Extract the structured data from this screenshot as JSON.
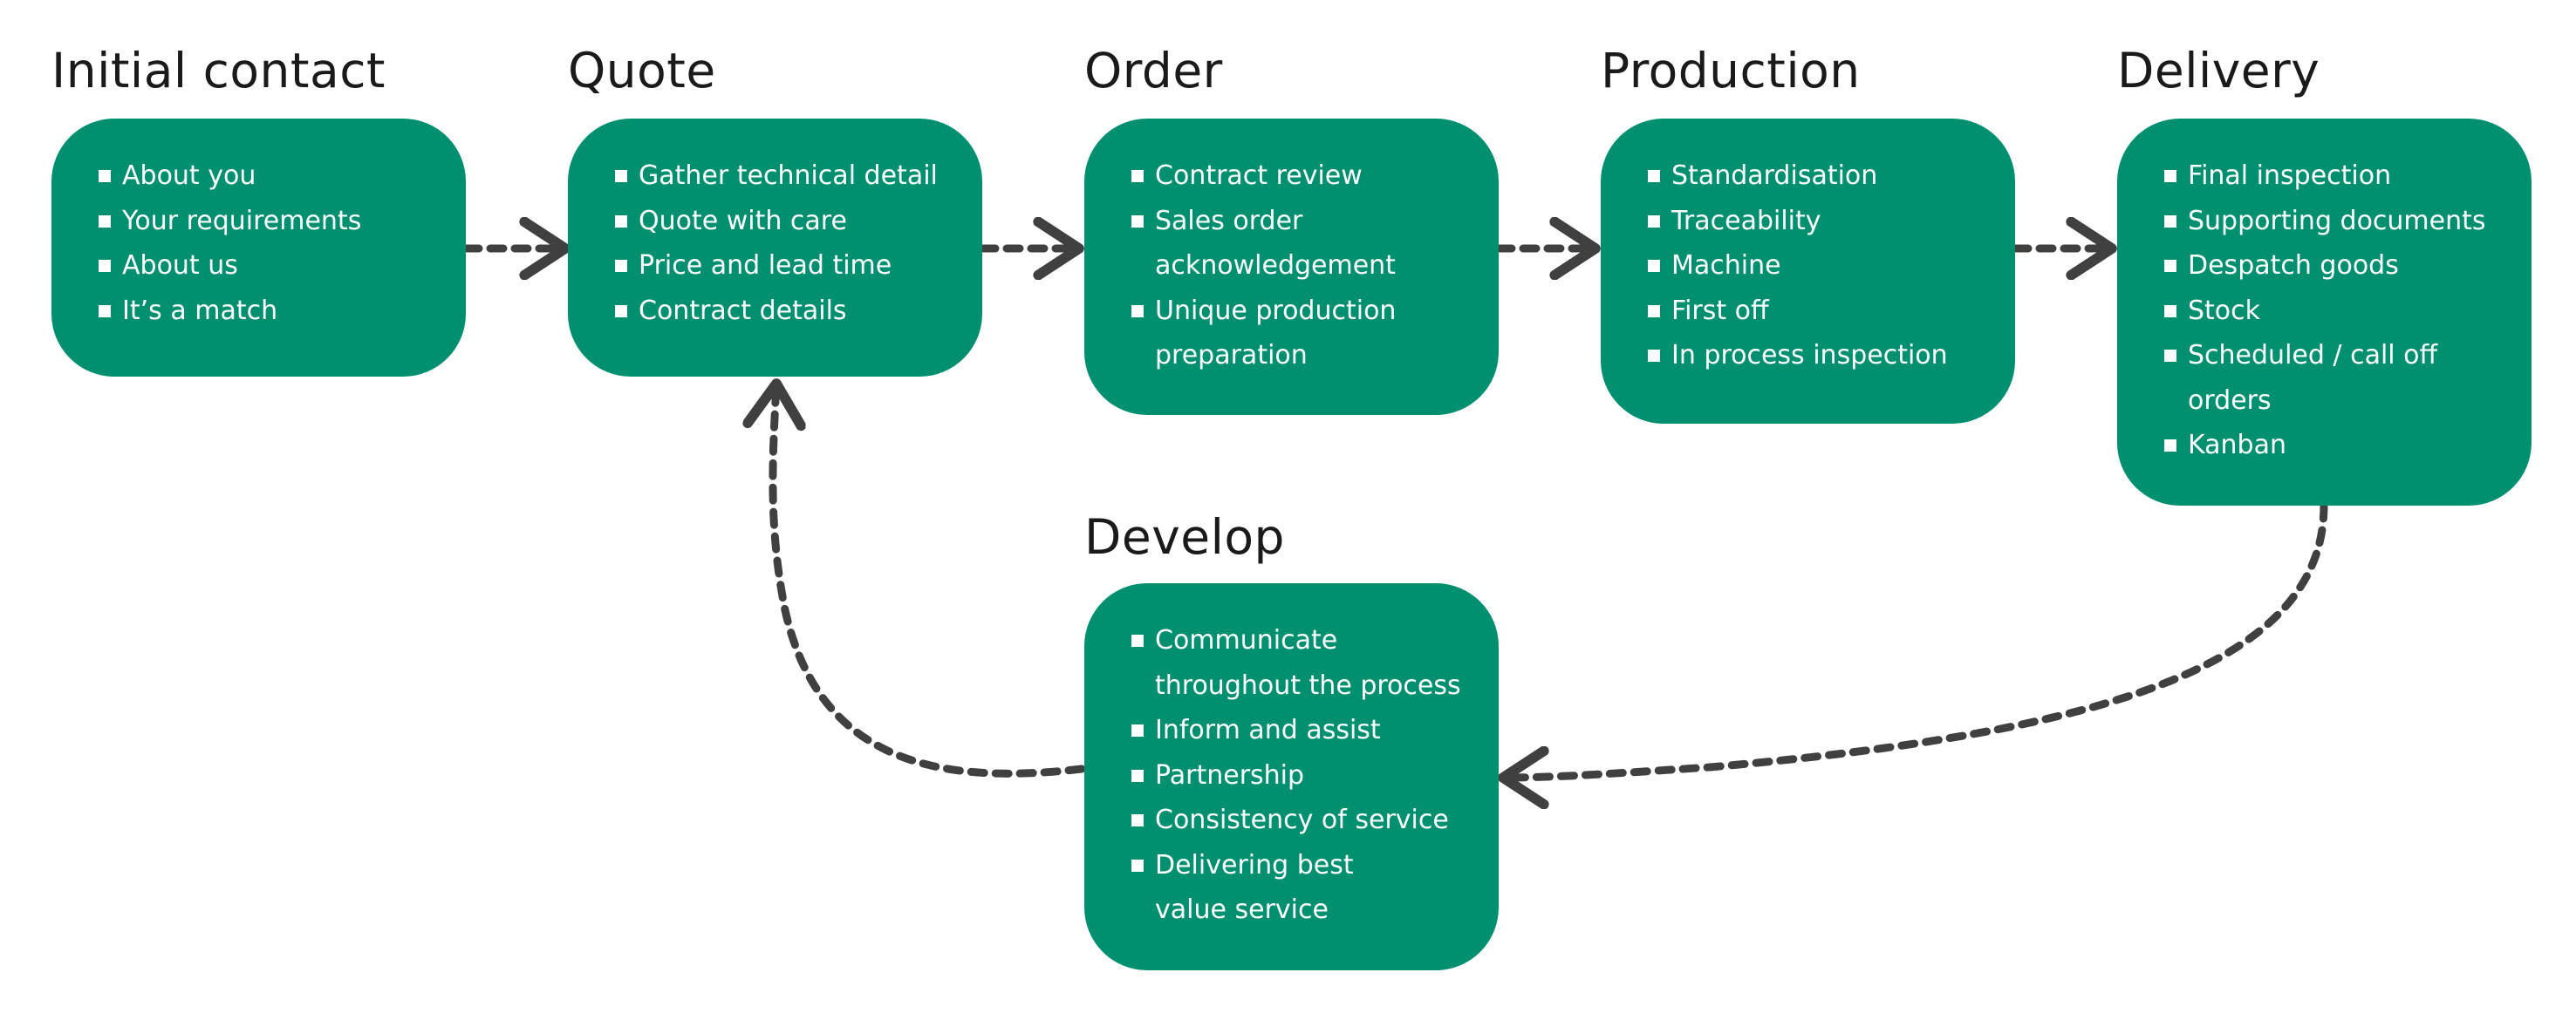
{
  "colors": {
    "box": "#009070",
    "text_on_box": "#ffffff",
    "title": "#1a1a1a",
    "connector": "#404040"
  },
  "stages": [
    {
      "id": "initial-contact",
      "title": "Initial contact",
      "items": [
        "About you",
        "Your requirements",
        "About us",
        "It’s a match"
      ]
    },
    {
      "id": "quote",
      "title": "Quote",
      "items": [
        "Gather technical detail",
        "Quote with care",
        "Price and lead time",
        "Contract details"
      ]
    },
    {
      "id": "order",
      "title": "Order",
      "items": [
        "Contract review",
        "Sales order acknowledgement",
        "Unique production preparation"
      ]
    },
    {
      "id": "production",
      "title": "Production",
      "items": [
        "Standardisation",
        "Traceability",
        "Machine",
        "First off",
        "In process inspection"
      ]
    },
    {
      "id": "delivery",
      "title": "Delivery",
      "items": [
        "Final inspection",
        "Supporting documents",
        "Despatch goods",
        "Stock",
        "Scheduled / call off orders",
        "Kanban"
      ]
    },
    {
      "id": "develop",
      "title": "Develop",
      "items": [
        "Communicate throughout the process",
        "Inform and assist",
        "Partnership",
        "Consistency of service",
        "Delivering best value service"
      ]
    }
  ],
  "connectors": [
    {
      "from": "initial-contact",
      "to": "quote"
    },
    {
      "from": "quote",
      "to": "order"
    },
    {
      "from": "order",
      "to": "production"
    },
    {
      "from": "production",
      "to": "delivery"
    },
    {
      "from": "delivery",
      "to": "develop"
    },
    {
      "from": "develop",
      "to": "quote"
    }
  ]
}
